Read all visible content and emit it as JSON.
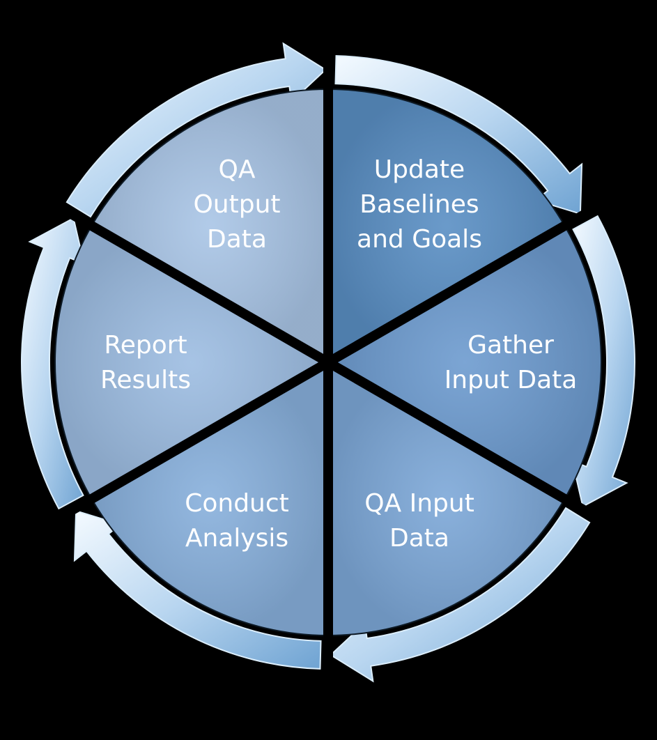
{
  "colors": {
    "background": "#000000",
    "segment_update_baselines": "#5a8fc4",
    "segment_gather_input": "#6d9bcf",
    "segment_qa_input": "#7da8d8",
    "segment_conduct_analysis": "#88b0dc",
    "segment_report_results": "#9dbde2",
    "segment_qa_output": "#a9c5e6",
    "arrow_light": "#e8f3fc",
    "arrow_dark": "#6fa3d2",
    "divider": "#000000",
    "label_text": "#ffffff"
  },
  "segments": [
    {
      "id": "update-baselines",
      "color_key": "segment_update_baselines",
      "lines": [
        "Update",
        "Baselines",
        "and Goals"
      ]
    },
    {
      "id": "gather-input-data",
      "color_key": "segment_gather_input",
      "lines": [
        "Gather",
        "Input Data"
      ]
    },
    {
      "id": "qa-input-data",
      "color_key": "segment_qa_input",
      "lines": [
        "QA Input",
        "Data"
      ]
    },
    {
      "id": "conduct-analysis",
      "color_key": "segment_conduct_analysis",
      "lines": [
        "Conduct",
        "Analysis"
      ]
    },
    {
      "id": "report-results",
      "color_key": "segment_report_results",
      "lines": [
        "Report",
        "Results"
      ]
    },
    {
      "id": "qa-output-data",
      "color_key": "segment_qa_output",
      "lines": [
        "QA",
        "Output",
        "Data"
      ]
    }
  ],
  "arrow_icon": "clockwise-cycle-arrow-icon"
}
